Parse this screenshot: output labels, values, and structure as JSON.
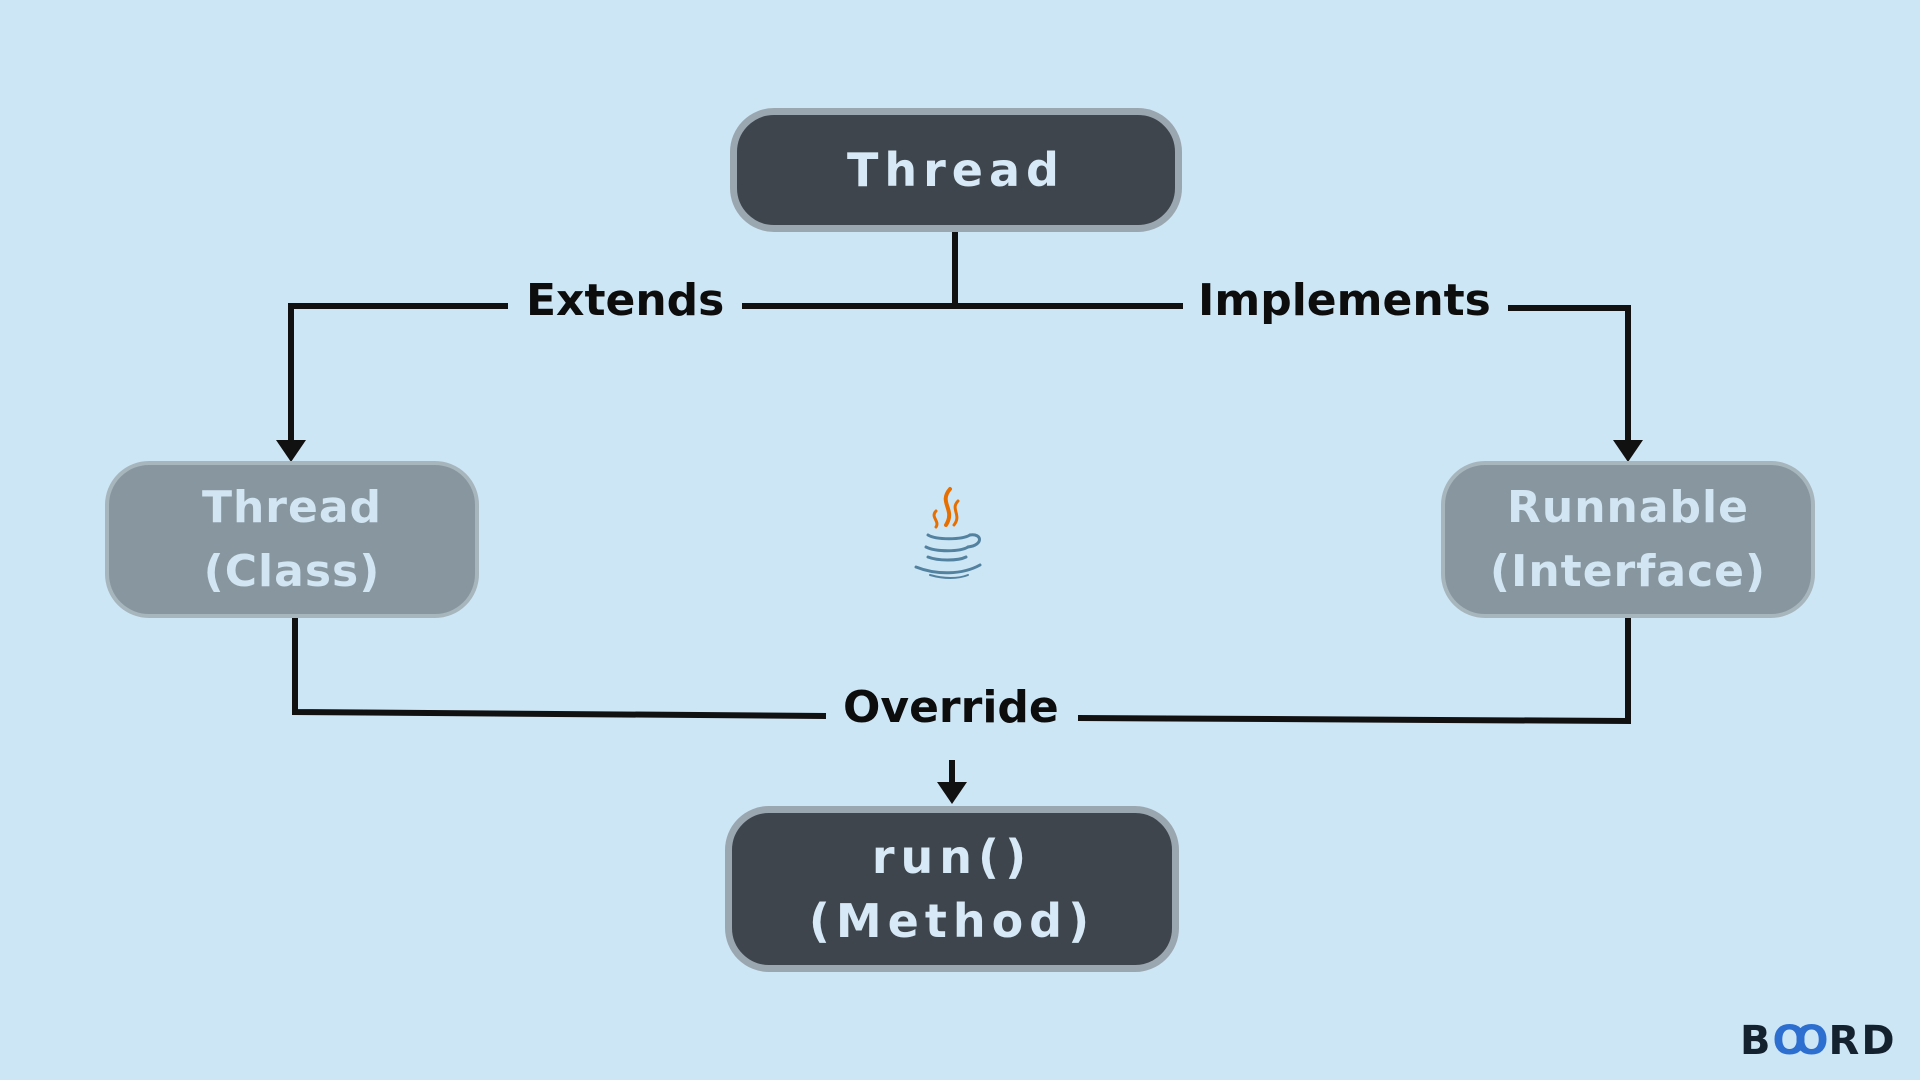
{
  "nodes": {
    "thread": {
      "label": "Thread"
    },
    "thread_class": {
      "line1": "Thread",
      "line2": "(Class)"
    },
    "runnable": {
      "line1": "Runnable",
      "line2": "(Interface)"
    },
    "run_method": {
      "line1": "run()",
      "line2": "(Method)"
    }
  },
  "edges": {
    "extends": "Extends",
    "implements": "Implements",
    "override": "Override"
  },
  "icons": {
    "center": "java-coffee-cup-icon",
    "brand": "board-infinity-logo"
  },
  "brand": {
    "left": "B",
    "mid": "OO",
    "right": "RD"
  },
  "colors": {
    "background": "#cde6f5",
    "dark_node": "#3e454c",
    "light_node": "#88979f",
    "connector": "#111111",
    "java_flame": "#e76f00",
    "java_cup": "#5382a1"
  }
}
